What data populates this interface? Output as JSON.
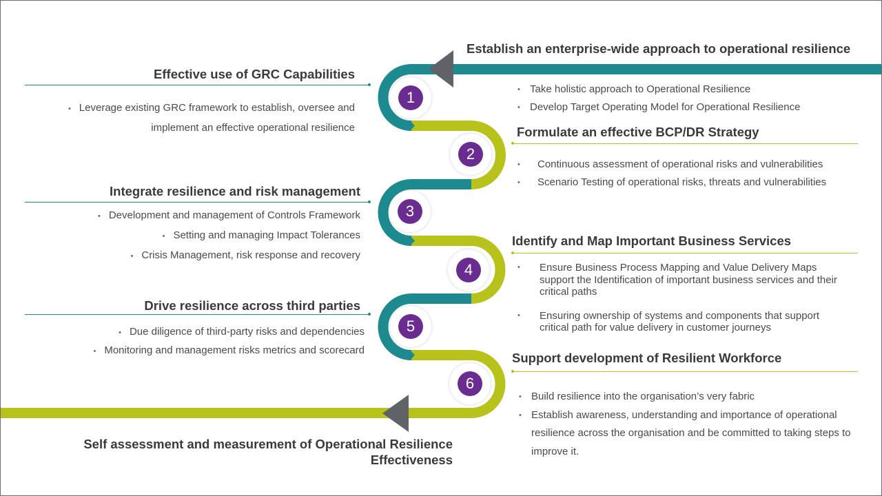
{
  "colors": {
    "teal": "#1d8a8f",
    "lime": "#b7c21a",
    "purple": "#6a2c91",
    "arrow": "#5f6368",
    "text": "#3a3a3a"
  },
  "top": {
    "title": "Establish an enterprise-wide approach to operational resilience",
    "bullets": [
      "Take holistic approach to Operational Resilience",
      "Develop  Target Operating Model for Operational Resilience"
    ]
  },
  "steps": [
    {
      "number": "1",
      "title": "Effective use of GRC Capabilities",
      "bullets": [
        "Leverage existing GRC framework to establish, oversee and",
        "implement  an effective operational resilience"
      ]
    },
    {
      "number": "2",
      "title": "Formulate an effective BCP/DR Strategy",
      "bullets": [
        "Continuous assessment of operational risks and vulnerabilities",
        "Scenario Testing of operational risks, threats and vulnerabilities"
      ]
    },
    {
      "number": "3",
      "title": "Integrate resilience and risk management",
      "bullets": [
        "Development and management of Controls Framework",
        "Setting and managing Impact Tolerances",
        "Crisis Management, risk response and recovery"
      ]
    },
    {
      "number": "4",
      "title": "Identify and Map Important Business Services",
      "bullets": [
        "Ensure Business Process Mapping and Value Delivery Maps support the Identification of important business services and their critical paths",
        "Ensuring ownership of systems and components that support critical path for value delivery in customer journeys"
      ]
    },
    {
      "number": "5",
      "title": "Drive resilience across third parties",
      "bullets": [
        "Due diligence of third-party risks and dependencies",
        "Monitoring and management risks metrics and scorecard"
      ]
    },
    {
      "number": "6",
      "title": "Support development of Resilient Workforce",
      "bullets": [
        "Build resilience into the organisation’s very fabric",
        "Establish awareness, understanding and importance of operational resilience across the organisation and be committed to taking steps to improve it."
      ]
    }
  ],
  "final": {
    "line1": "Self assessment and measurement of Operational Resilience",
    "line2": "Effectiveness"
  }
}
